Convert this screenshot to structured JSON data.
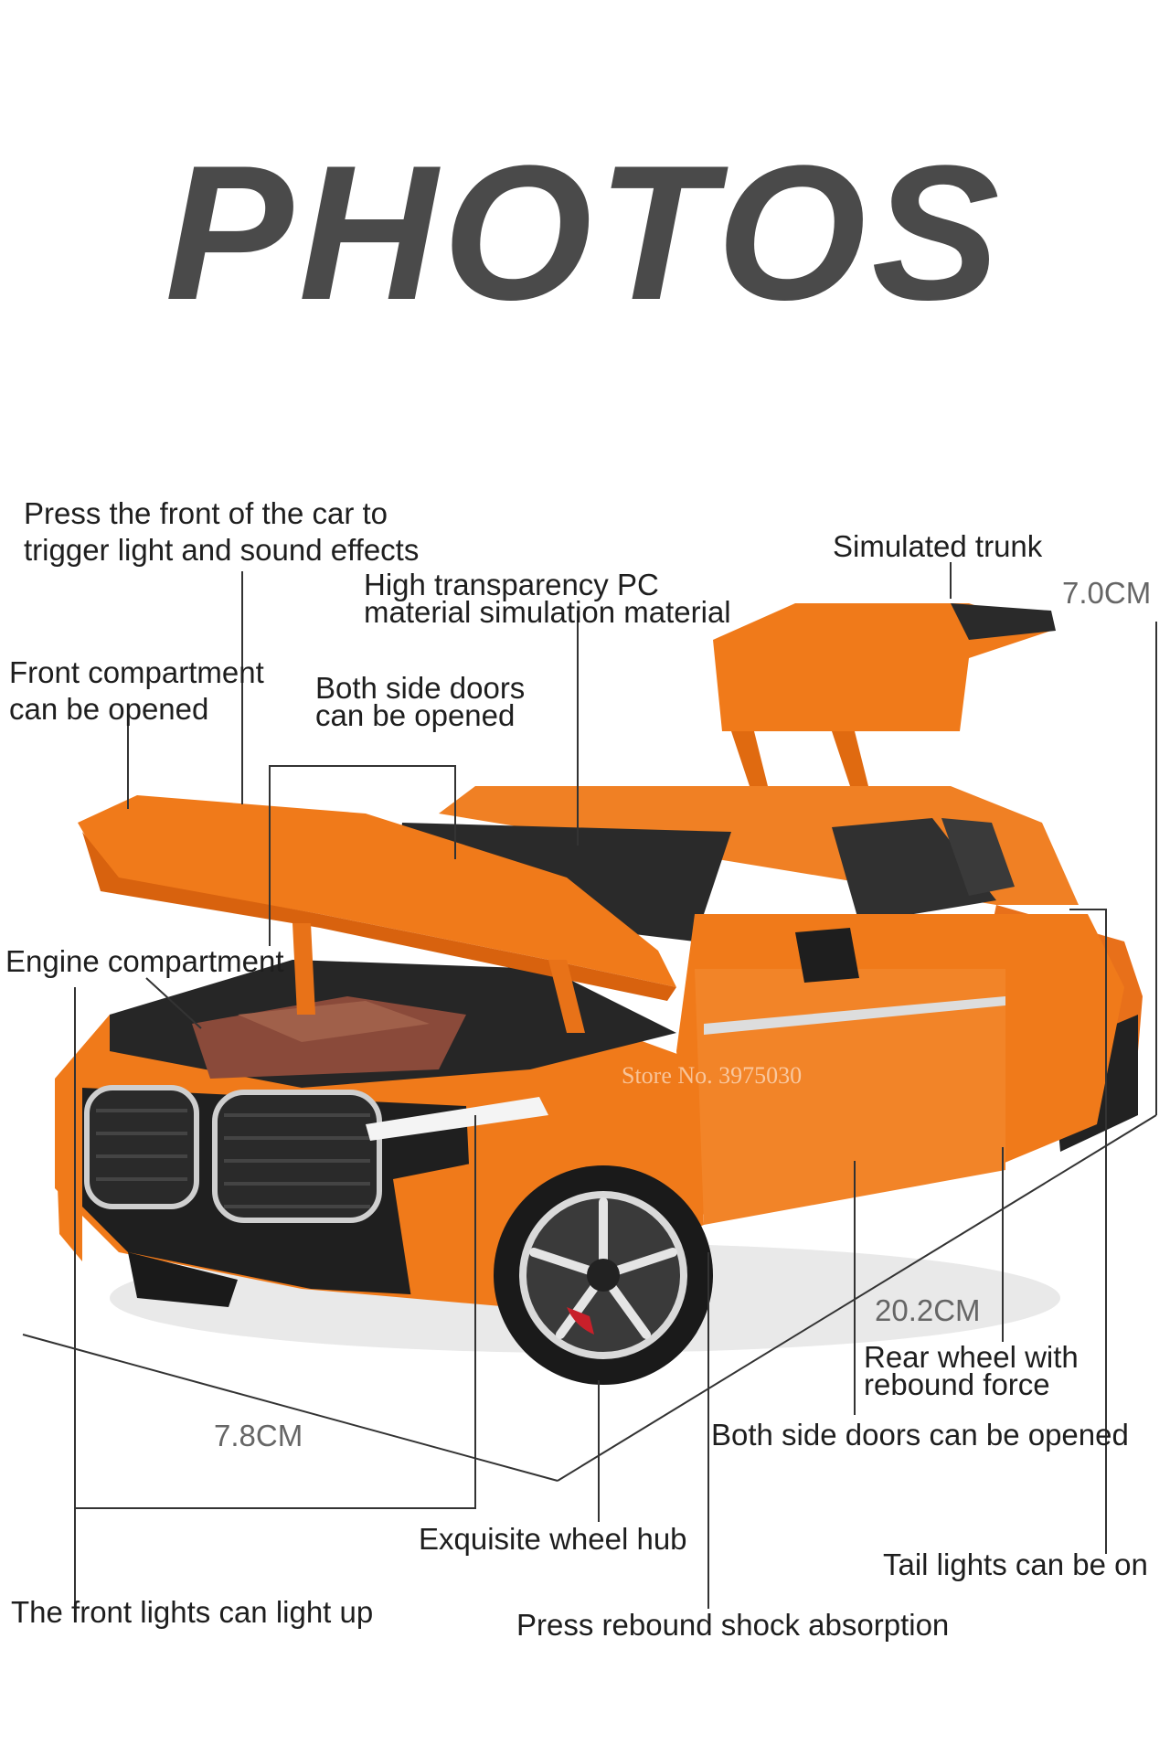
{
  "title": "PHOTOS",
  "watermark": "Store No. 3975030",
  "colors": {
    "title": "#4a4a4a",
    "car_body": "#f07a1a",
    "car_dark": "#1f1f1f",
    "lines": "#333333"
  },
  "labels": {
    "press_front": [
      "Press the front of the car to",
      "trigger light and sound effects"
    ],
    "simulated_trunk": "Simulated trunk",
    "pc_material": [
      "High transparency PC",
      "material simulation material"
    ],
    "front_compartment": [
      "Front compartment",
      "can be opened"
    ],
    "both_doors_top": [
      "Both side doors",
      "can be opened"
    ],
    "engine_compartment": "Engine compartment",
    "rear_wheel": [
      "Rear wheel with",
      "rebound force"
    ],
    "both_doors_bottom": "Both side doors can be opened",
    "wheel_hub": "Exquisite wheel hub",
    "tail_lights": "Tail lights can be on",
    "front_lights": "The front lights can light up",
    "shock_absorption": "Press rebound shock absorption"
  },
  "dimensions": {
    "height": "7.0CM",
    "length": "20.2CM",
    "width": "7.8CM"
  }
}
